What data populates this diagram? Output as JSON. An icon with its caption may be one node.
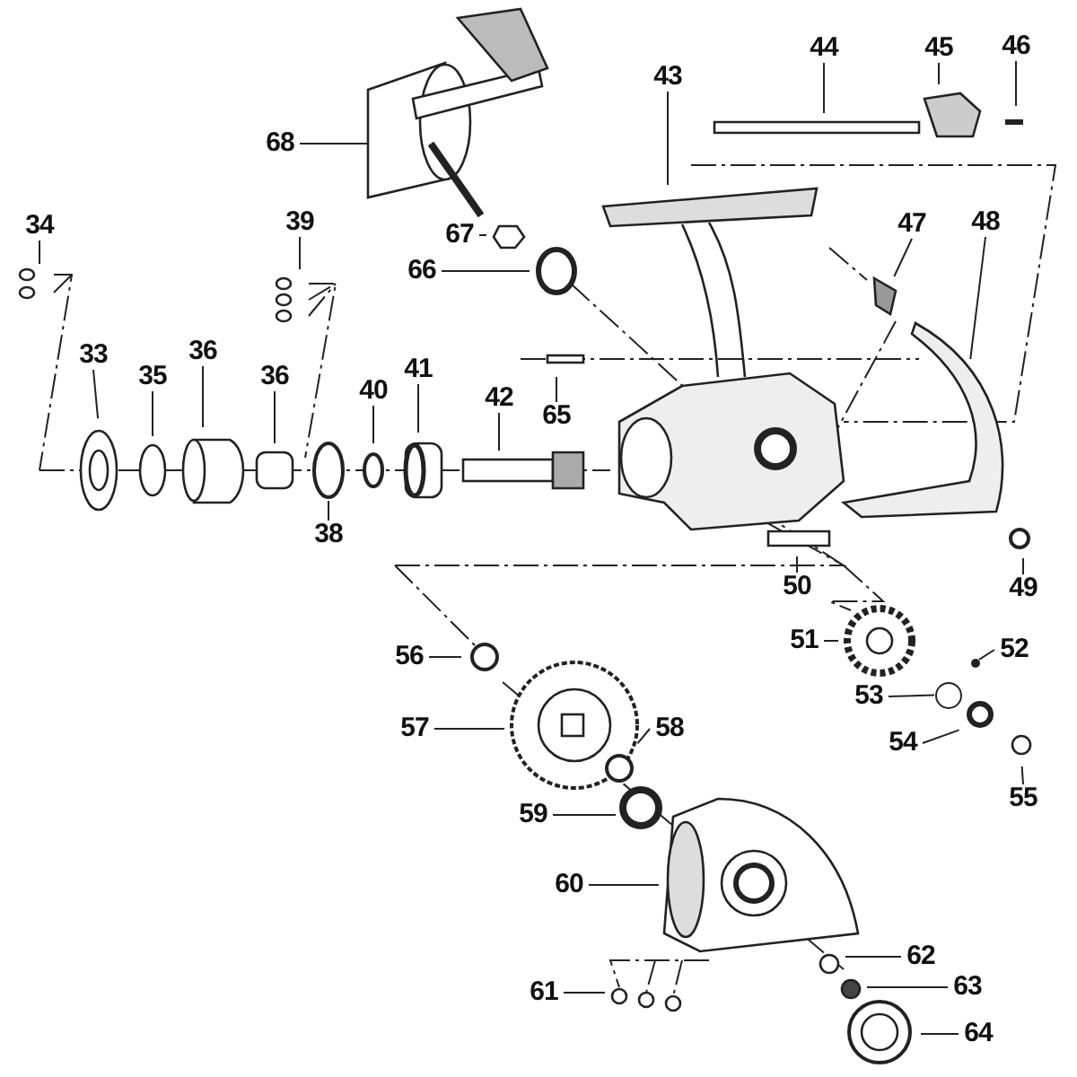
{
  "diagram": {
    "nodes": [
      {
        "text": [
          "68"
        ]
      },
      {
        "text": [
          "43"
        ]
      },
      {
        "text": [
          "44"
        ]
      },
      {
        "text": [
          "45"
        ]
      },
      {
        "text": [
          "46"
        ]
      },
      {
        "text": [
          "67"
        ]
      },
      {
        "text": [
          "66"
        ]
      },
      {
        "text": [
          "34"
        ]
      },
      {
        "text": [
          "39"
        ]
      },
      {
        "text": [
          "47"
        ]
      },
      {
        "text": [
          "48"
        ]
      },
      {
        "text": [
          "65"
        ]
      },
      {
        "text": [
          "33"
        ]
      },
      {
        "text": [
          "35"
        ]
      },
      {
        "text": [
          "36"
        ]
      },
      {
        "text": [
          "36"
        ]
      },
      {
        "text": [
          "40"
        ]
      },
      {
        "text": [
          "41"
        ]
      },
      {
        "text": [
          "42"
        ]
      },
      {
        "text": [
          "38"
        ]
      },
      {
        "text": [
          "49"
        ]
      },
      {
        "text": [
          "50"
        ]
      },
      {
        "text": [
          "51"
        ]
      },
      {
        "text": [
          "52"
        ]
      },
      {
        "text": [
          "56"
        ]
      },
      {
        "text": [
          "53"
        ]
      },
      {
        "text": [
          "57"
        ]
      },
      {
        "text": [
          "58"
        ]
      },
      {
        "text": [
          "54"
        ]
      },
      {
        "text": [
          "55"
        ]
      },
      {
        "text": [
          "59"
        ]
      },
      {
        "text": [
          "60"
        ]
      },
      {
        "text": [
          "62"
        ]
      },
      {
        "text": [
          "63"
        ]
      },
      {
        "text": [
          "61"
        ]
      },
      {
        "text": [
          "64"
        ]
      },
      {
        "text": [],
        "shape": "picture"
      },
      {
        "text": [],
        "shape": "circle"
      },
      {
        "text": [],
        "shape": "circle"
      }
    ],
    "edges": [
      {
        "from": 0,
        "to": null,
        "arrow": "none"
      },
      {
        "from": 1,
        "to": null,
        "arrow": "none"
      },
      {
        "from": 2,
        "to": null,
        "arrow": "none"
      },
      {
        "from": 3,
        "to": null,
        "arrow": "none"
      },
      {
        "from": 4,
        "to": null,
        "arrow": "none"
      },
      {
        "from": 5,
        "to": null,
        "arrow": "none"
      },
      {
        "from": 6,
        "to": null,
        "arrow": "none"
      },
      {
        "from": 7,
        "to": null,
        "arrow": "none"
      },
      {
        "from": 8,
        "to": null,
        "arrow": "none"
      },
      {
        "from": 9,
        "to": 36,
        "arrow": "none"
      },
      {
        "from": 10,
        "to": null,
        "arrow": "none"
      },
      {
        "from": 11,
        "to": null,
        "arrow": "none"
      },
      {
        "from": 12,
        "to": null,
        "arrow": "none"
      },
      {
        "from": 13,
        "to": null,
        "arrow": "none"
      },
      {
        "from": 14,
        "to": null,
        "arrow": "none"
      },
      {
        "from": 15,
        "to": null,
        "arrow": "none"
      },
      {
        "from": 16,
        "to": null,
        "arrow": "none"
      },
      {
        "from": 17,
        "to": null,
        "arrow": "none"
      },
      {
        "from": 18,
        "to": null,
        "arrow": "none"
      },
      {
        "from": 19,
        "to": null,
        "arrow": "none"
      },
      {
        "from": 20,
        "to": null,
        "arrow": "none"
      },
      {
        "from": 21,
        "to": null,
        "arrow": "none"
      },
      {
        "from": 22,
        "to": null,
        "arrow": "none"
      },
      {
        "from": 23,
        "to": 37,
        "arrow": "none"
      },
      {
        "from": 24,
        "to": null,
        "arrow": "none"
      },
      {
        "from": 25,
        "to": 38,
        "arrow": "none"
      },
      {
        "from": 26,
        "to": null,
        "arrow": "none"
      },
      {
        "from": 27,
        "to": null,
        "arrow": "none"
      },
      {
        "from": 28,
        "to": null,
        "arrow": "none"
      },
      {
        "from": 29,
        "to": null,
        "arrow": "none"
      },
      {
        "from": 30,
        "to": null,
        "arrow": "none"
      },
      {
        "from": 31,
        "to": null,
        "arrow": "none"
      },
      {
        "from": 32,
        "to": null,
        "arrow": "none"
      },
      {
        "from": 33,
        "to": null,
        "arrow": "none"
      },
      {
        "from": 34,
        "to": null,
        "arrow": "none"
      },
      {
        "from": 35,
        "to": null,
        "arrow": "none"
      }
    ]
  }
}
